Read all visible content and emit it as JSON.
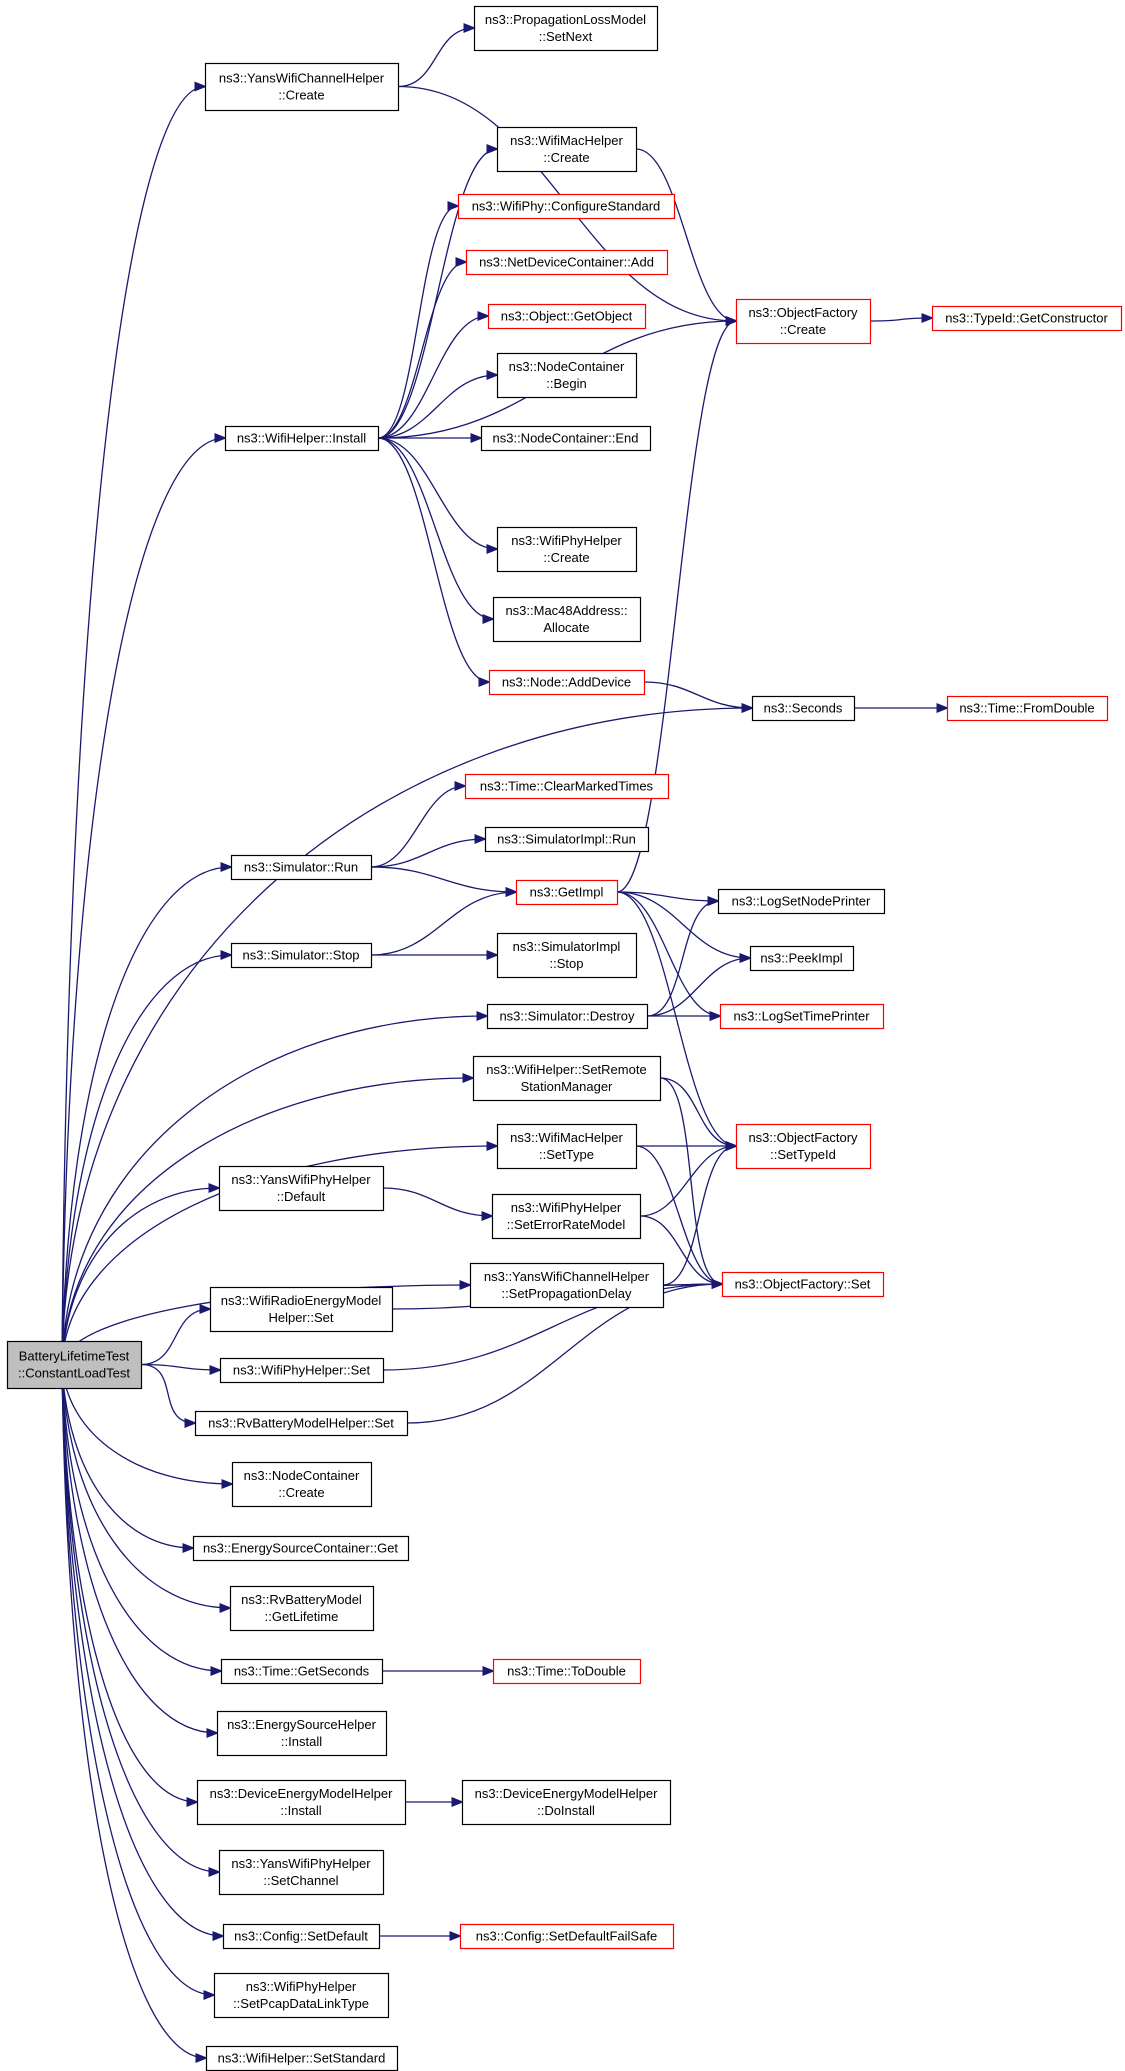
{
  "graph": {
    "edge_color": "#191970",
    "colors": {
      "normal_border": "#000000",
      "truncated_border": "#ff0000",
      "root_fill": "#bfbfbf"
    },
    "nodes": [
      {
        "id": "root",
        "lines": [
          "BatteryLifetimeTest",
          "::ConstantLoadTest"
        ],
        "style": "root"
      },
      {
        "id": "yans_channel_create",
        "lines": [
          "ns3::YansWifiChannelHelper",
          "::Create"
        ],
        "style": "normal"
      },
      {
        "id": "prop_setnext",
        "lines": [
          "ns3::PropagationLossModel",
          "::SetNext"
        ],
        "style": "normal"
      },
      {
        "id": "wifimac_create",
        "lines": [
          "ns3::WifiMacHelper",
          "::Create"
        ],
        "style": "normal"
      },
      {
        "id": "wifiphy_configure",
        "lines": [
          "ns3::WifiPhy::ConfigureStandard"
        ],
        "style": "truncated"
      },
      {
        "id": "netdev_add",
        "lines": [
          "ns3::NetDeviceContainer::Add"
        ],
        "style": "truncated"
      },
      {
        "id": "object_getobject",
        "lines": [
          "ns3::Object::GetObject"
        ],
        "style": "truncated"
      },
      {
        "id": "objfactory_create",
        "lines": [
          "ns3::ObjectFactory",
          "::Create"
        ],
        "style": "truncated"
      },
      {
        "id": "typeid_getconstructor",
        "lines": [
          "ns3::TypeId::GetConstructor"
        ],
        "style": "truncated"
      },
      {
        "id": "nodecontainer_begin",
        "lines": [
          "ns3::NodeContainer",
          "::Begin"
        ],
        "style": "normal"
      },
      {
        "id": "wifihelper_install",
        "lines": [
          "ns3::WifiHelper::Install"
        ],
        "style": "normal"
      },
      {
        "id": "nodecontainer_end",
        "lines": [
          "ns3::NodeContainer::End"
        ],
        "style": "normal"
      },
      {
        "id": "wifiphyhelper_create",
        "lines": [
          "ns3::WifiPhyHelper",
          "::Create"
        ],
        "style": "normal"
      },
      {
        "id": "mac48_allocate",
        "lines": [
          "ns3::Mac48Address::",
          "Allocate"
        ],
        "style": "normal"
      },
      {
        "id": "node_adddevice",
        "lines": [
          "ns3::Node::AddDevice"
        ],
        "style": "truncated"
      },
      {
        "id": "seconds",
        "lines": [
          "ns3::Seconds"
        ],
        "style": "normal"
      },
      {
        "id": "time_fromdouble",
        "lines": [
          "ns3::Time::FromDouble"
        ],
        "style": "truncated"
      },
      {
        "id": "time_clearmarked",
        "lines": [
          "ns3::Time::ClearMarkedTimes"
        ],
        "style": "truncated"
      },
      {
        "id": "simimpl_run",
        "lines": [
          "ns3::SimulatorImpl::Run"
        ],
        "style": "normal"
      },
      {
        "id": "simulator_run",
        "lines": [
          "ns3::Simulator::Run"
        ],
        "style": "normal"
      },
      {
        "id": "getimpl",
        "lines": [
          "ns3::GetImpl"
        ],
        "style": "truncated"
      },
      {
        "id": "logsetnodeprinter",
        "lines": [
          "ns3::LogSetNodePrinter"
        ],
        "style": "normal"
      },
      {
        "id": "simulator_stop",
        "lines": [
          "ns3::Simulator::Stop"
        ],
        "style": "normal"
      },
      {
        "id": "simimpl_stop",
        "lines": [
          "ns3::SimulatorImpl",
          "::Stop"
        ],
        "style": "normal"
      },
      {
        "id": "peekimpl",
        "lines": [
          "ns3::PeekImpl"
        ],
        "style": "normal"
      },
      {
        "id": "simulator_destroy",
        "lines": [
          "ns3::Simulator::Destroy"
        ],
        "style": "normal"
      },
      {
        "id": "logsettimeprinter",
        "lines": [
          "ns3::LogSetTimePrinter"
        ],
        "style": "truncated"
      },
      {
        "id": "wifihelper_setremote",
        "lines": [
          "ns3::WifiHelper::SetRemote",
          "StationManager"
        ],
        "style": "normal"
      },
      {
        "id": "wifimac_settype",
        "lines": [
          "ns3::WifiMacHelper",
          "::SetType"
        ],
        "style": "normal"
      },
      {
        "id": "objfactory_settypeid",
        "lines": [
          "ns3::ObjectFactory",
          "::SetTypeId"
        ],
        "style": "truncated"
      },
      {
        "id": "yansphy_default",
        "lines": [
          "ns3::YansWifiPhyHelper",
          "::Default"
        ],
        "style": "normal"
      },
      {
        "id": "wifiphy_seterrorrate",
        "lines": [
          "ns3::WifiPhyHelper",
          "::SetErrorRateModel"
        ],
        "style": "normal"
      },
      {
        "id": "yanschannel_setpropdelay",
        "lines": [
          "ns3::YansWifiChannelHelper",
          "::SetPropagationDelay"
        ],
        "style": "normal"
      },
      {
        "id": "objfactory_set",
        "lines": [
          "ns3::ObjectFactory::Set"
        ],
        "style": "truncated"
      },
      {
        "id": "wifiradio_set",
        "lines": [
          "ns3::WifiRadioEnergyModel",
          "Helper::Set"
        ],
        "style": "normal"
      },
      {
        "id": "wifiphyhelper_set",
        "lines": [
          "ns3::WifiPhyHelper::Set"
        ],
        "style": "normal"
      },
      {
        "id": "rvbatteryhelper_set",
        "lines": [
          "ns3::RvBatteryModelHelper::Set"
        ],
        "style": "normal"
      },
      {
        "id": "nodecontainer_create",
        "lines": [
          "ns3::NodeContainer",
          "::Create"
        ],
        "style": "normal"
      },
      {
        "id": "energysourcecontainer_get",
        "lines": [
          "ns3::EnergySourceContainer::Get"
        ],
        "style": "normal"
      },
      {
        "id": "rvbattery_getlifetime",
        "lines": [
          "ns3::RvBatteryModel",
          "::GetLifetime"
        ],
        "style": "normal"
      },
      {
        "id": "time_getseconds",
        "lines": [
          "ns3::Time::GetSeconds"
        ],
        "style": "normal"
      },
      {
        "id": "time_todouble",
        "lines": [
          "ns3::Time::ToDouble"
        ],
        "style": "truncated"
      },
      {
        "id": "energysourcehelper_install",
        "lines": [
          "ns3::EnergySourceHelper",
          "::Install"
        ],
        "style": "normal"
      },
      {
        "id": "devenergy_install",
        "lines": [
          "ns3::DeviceEnergyModelHelper",
          "::Install"
        ],
        "style": "normal"
      },
      {
        "id": "devenergy_doinstall",
        "lines": [
          "ns3::DeviceEnergyModelHelper",
          "::DoInstall"
        ],
        "style": "normal"
      },
      {
        "id": "yansphy_setchannel",
        "lines": [
          "ns3::YansWifiPhyHelper",
          "::SetChannel"
        ],
        "style": "normal"
      },
      {
        "id": "config_setdefault",
        "lines": [
          "ns3::Config::SetDefault"
        ],
        "style": "normal"
      },
      {
        "id": "config_setdefaultfailsafe",
        "lines": [
          "ns3::Config::SetDefaultFailSafe"
        ],
        "style": "truncated"
      },
      {
        "id": "wifiphy_setpcap",
        "lines": [
          "ns3::WifiPhyHelper",
          "::SetPcapDataLinkType"
        ],
        "style": "normal"
      },
      {
        "id": "wifihelper_setstandard",
        "lines": [
          "ns3::WifiHelper::SetStandard"
        ],
        "style": "normal"
      }
    ],
    "edges": [
      [
        "root",
        "yans_channel_create"
      ],
      [
        "root",
        "wifihelper_install"
      ],
      [
        "root",
        "seconds"
      ],
      [
        "root",
        "simulator_run"
      ],
      [
        "root",
        "simulator_stop"
      ],
      [
        "root",
        "simulator_destroy"
      ],
      [
        "root",
        "wifihelper_setremote"
      ],
      [
        "root",
        "wifimac_settype"
      ],
      [
        "root",
        "yansphy_default"
      ],
      [
        "root",
        "yanschannel_setpropdelay"
      ],
      [
        "root",
        "wifiradio_set"
      ],
      [
        "root",
        "wifiphyhelper_set"
      ],
      [
        "root",
        "rvbatteryhelper_set"
      ],
      [
        "root",
        "nodecontainer_create"
      ],
      [
        "root",
        "energysourcecontainer_get"
      ],
      [
        "root",
        "rvbattery_getlifetime"
      ],
      [
        "root",
        "time_getseconds"
      ],
      [
        "root",
        "energysourcehelper_install"
      ],
      [
        "root",
        "devenergy_install"
      ],
      [
        "root",
        "yansphy_setchannel"
      ],
      [
        "root",
        "config_setdefault"
      ],
      [
        "root",
        "wifiphy_setpcap"
      ],
      [
        "root",
        "wifihelper_setstandard"
      ],
      [
        "yans_channel_create",
        "prop_setnext"
      ],
      [
        "yans_channel_create",
        "objfactory_create"
      ],
      [
        "wifihelper_install",
        "wifimac_create"
      ],
      [
        "wifihelper_install",
        "wifiphy_configure"
      ],
      [
        "wifihelper_install",
        "netdev_add"
      ],
      [
        "wifihelper_install",
        "object_getobject"
      ],
      [
        "wifihelper_install",
        "nodecontainer_begin"
      ],
      [
        "wifihelper_install",
        "nodecontainer_end"
      ],
      [
        "wifihelper_install",
        "objfactory_create"
      ],
      [
        "wifihelper_install",
        "wifiphyhelper_create"
      ],
      [
        "wifihelper_install",
        "mac48_allocate"
      ],
      [
        "wifihelper_install",
        "node_adddevice"
      ],
      [
        "wifimac_create",
        "objfactory_create"
      ],
      [
        "objfactory_create",
        "typeid_getconstructor"
      ],
      [
        "node_adddevice",
        "seconds"
      ],
      [
        "seconds",
        "time_fromdouble"
      ],
      [
        "simulator_run",
        "time_clearmarked"
      ],
      [
        "simulator_run",
        "simimpl_run"
      ],
      [
        "simulator_run",
        "getimpl"
      ],
      [
        "simulator_stop",
        "getimpl"
      ],
      [
        "simulator_stop",
        "simimpl_stop"
      ],
      [
        "getimpl",
        "objfactory_create"
      ],
      [
        "getimpl",
        "logsetnodeprinter"
      ],
      [
        "getimpl",
        "peekimpl"
      ],
      [
        "getimpl",
        "logsettimeprinter"
      ],
      [
        "getimpl",
        "objfactory_settypeid"
      ],
      [
        "simulator_destroy",
        "logsetnodeprinter"
      ],
      [
        "simulator_destroy",
        "peekimpl"
      ],
      [
        "simulator_destroy",
        "logsettimeprinter"
      ],
      [
        "wifihelper_setremote",
        "objfactory_settypeid"
      ],
      [
        "wifihelper_setremote",
        "objfactory_set"
      ],
      [
        "wifimac_settype",
        "objfactory_settypeid"
      ],
      [
        "wifimac_settype",
        "objfactory_set"
      ],
      [
        "yansphy_default",
        "wifiphy_seterrorrate"
      ],
      [
        "wifiphy_seterrorrate",
        "objfactory_settypeid"
      ],
      [
        "wifiphy_seterrorrate",
        "objfactory_set"
      ],
      [
        "yanschannel_setpropdelay",
        "objfactory_settypeid"
      ],
      [
        "yanschannel_setpropdelay",
        "objfactory_set"
      ],
      [
        "wifiradio_set",
        "objfactory_set"
      ],
      [
        "wifiphyhelper_set",
        "objfactory_set"
      ],
      [
        "rvbatteryhelper_set",
        "objfactory_set"
      ],
      [
        "time_getseconds",
        "time_todouble"
      ],
      [
        "devenergy_install",
        "devenergy_doinstall"
      ],
      [
        "config_setdefault",
        "config_setdefaultfailsafe"
      ]
    ]
  }
}
